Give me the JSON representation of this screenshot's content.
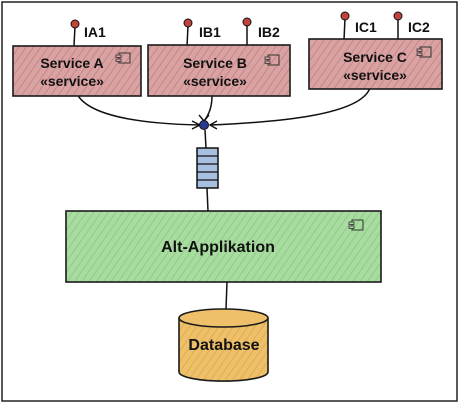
{
  "diagram": {
    "services": [
      {
        "name": "Service A",
        "stereotype": "«service»",
        "interfaces": [
          "IA1"
        ]
      },
      {
        "name": "Service B",
        "stereotype": "«service»",
        "interfaces": [
          "IB1",
          "IB2"
        ]
      },
      {
        "name": "Service C",
        "stereotype": "«service»",
        "interfaces": [
          "IC1",
          "IC2"
        ]
      }
    ],
    "app": {
      "name": "Alt-Applikation"
    },
    "database": {
      "name": "Database"
    },
    "colors": {
      "service_fill": "#d9a3a3",
      "service_border": "#1a1a1a",
      "interface_dot": "#c0443e",
      "app_fill": "#a8dca0",
      "db_fill": "#eec06a",
      "queue_fill": "#a9bfe0",
      "hub_fill": "#2b3a8f"
    }
  }
}
